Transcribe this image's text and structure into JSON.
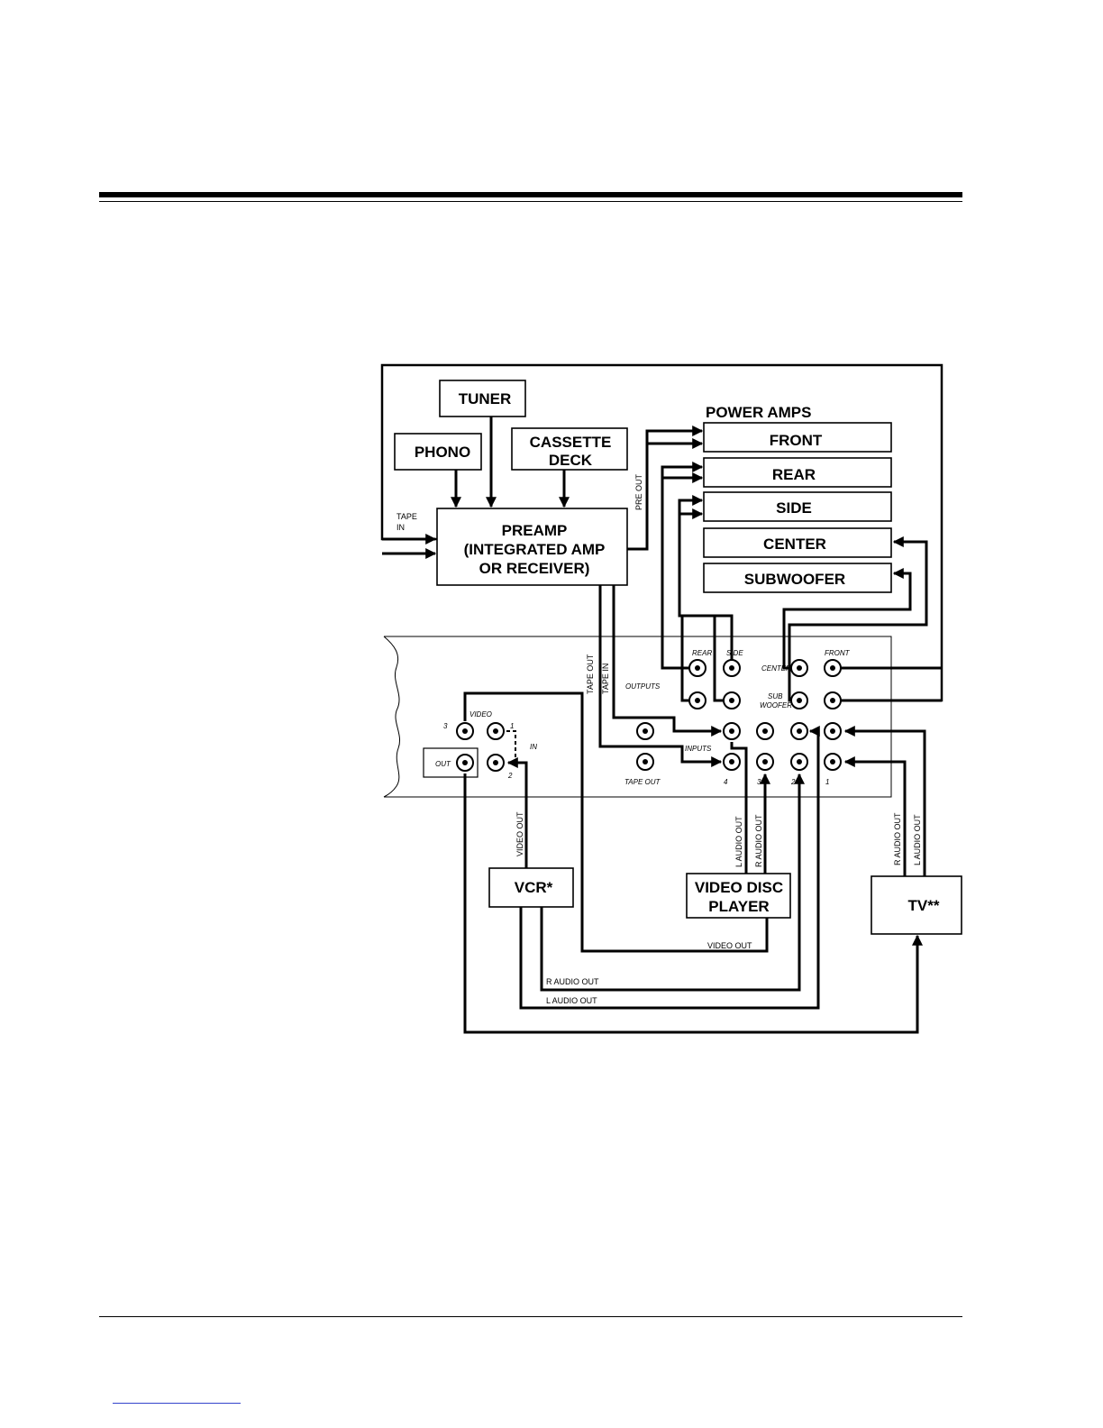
{
  "boxes": {
    "tuner": "TUNER",
    "phono": "PHONO",
    "cassette_line1": "CASSETTE",
    "cassette_line2": "DECK",
    "preamp_line1": "PREAMP",
    "preamp_line2": "(INTEGRATED AMP",
    "preamp_line3": "OR RECEIVER)",
    "power_amps_heading": "POWER AMPS",
    "front": "FRONT",
    "rear": "REAR",
    "side": "SIDE",
    "center": "CENTER",
    "subwoofer": "SUBWOOFER",
    "vcr": "VCR*",
    "video_disc_line1": "VIDEO DISC",
    "video_disc_line2": "PLAYER",
    "tv": "TV**"
  },
  "wire_labels": {
    "tape_in": "TAPE IN",
    "tape_in_line1": "TAPE",
    "tape_in_line2": "IN",
    "pre_out": "PRE OUT",
    "tape_out_vertical": "TAPE OUT",
    "tape_in_vertical": "TAPE IN",
    "vcr_video_out": "VIDEO OUT",
    "vdp_l_audio_out": "L AUDIO OUT",
    "vdp_r_audio_out": "R AUDIO OUT",
    "tv_r_audio_out": "R AUDIO OUT",
    "tv_l_audio_out": "L AUDIO OUT",
    "vdp_video_out": "VIDEO OUT",
    "vcr_r_audio_out": "R AUDIO OUT",
    "vcr_l_audio_out": "L AUDIO OUT"
  },
  "panel_labels": {
    "rear": "REAR",
    "side": "SIDE",
    "center": "CENTER",
    "front": "FRONT",
    "subwoofer_line1": "SUB",
    "subwoofer_line2": "WOOFER",
    "outputs": "OUTPUTS",
    "inputs": "INPUTS",
    "tape_out": "TAPE OUT",
    "video": "VIDEO",
    "in": "IN",
    "out": "OUT",
    "input_4": "4",
    "input_3": "3",
    "input_2": "2",
    "input_1": "1",
    "video_3": "3",
    "video_2": "2",
    "video_1": "1"
  }
}
